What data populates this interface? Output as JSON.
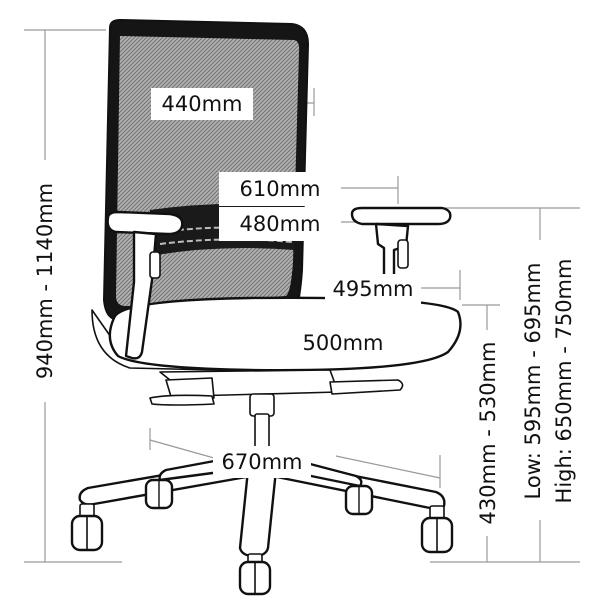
{
  "dimensions": {
    "back_width": "440mm",
    "arm_distance_outer": "610mm",
    "arm_distance_inner": "480mm",
    "seat_depth": "495mm",
    "seat_width": "500mm",
    "base_diameter": "670mm",
    "overall_height": "940mm - 1140mm",
    "seat_height": "430mm - 530mm",
    "arm_height_low": "Low: 595mm - 695mm",
    "arm_height_high": "High: 650mm - 750mm"
  },
  "colors": {
    "outline": "#111111",
    "mesh": "#8c8c8c",
    "dimension_line": "#9a9a9a"
  }
}
